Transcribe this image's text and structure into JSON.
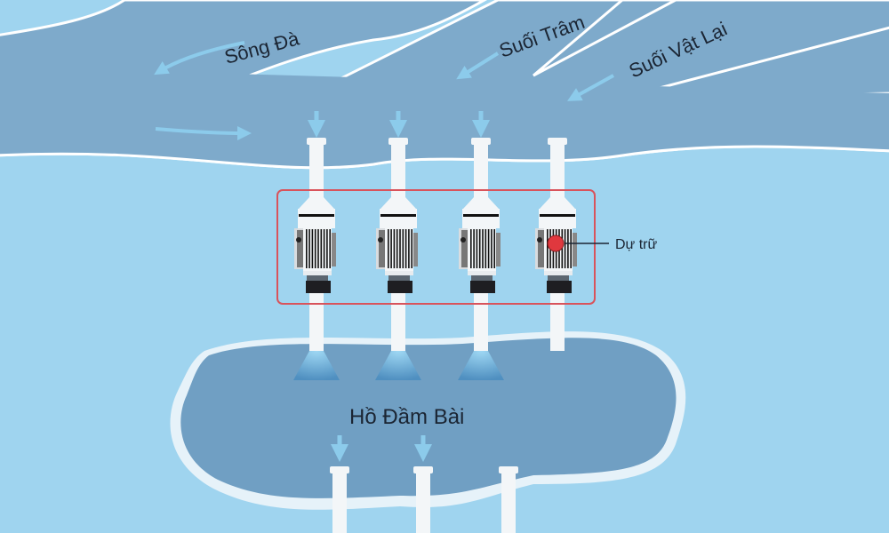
{
  "labels": {
    "song_da": "Sông Đà",
    "suoi_tram": "Suối Trâm",
    "suoi_vat_lai": "Suối Vật Lại",
    "lake": "Hồ Đầm Bài",
    "reserve": "Dự trữ"
  },
  "pumps": [
    {
      "id": 1,
      "reserve": false
    },
    {
      "id": 2,
      "reserve": false
    },
    {
      "id": 3,
      "reserve": false
    },
    {
      "id": 4,
      "reserve": true
    }
  ],
  "colors": {
    "background": "#9fd4ef",
    "river": "#7eaacb",
    "lake": "#709fc3",
    "highlight_box": "#d9535b",
    "reserve_dot": "#e0383e",
    "arrow": "#8ccbeb"
  }
}
